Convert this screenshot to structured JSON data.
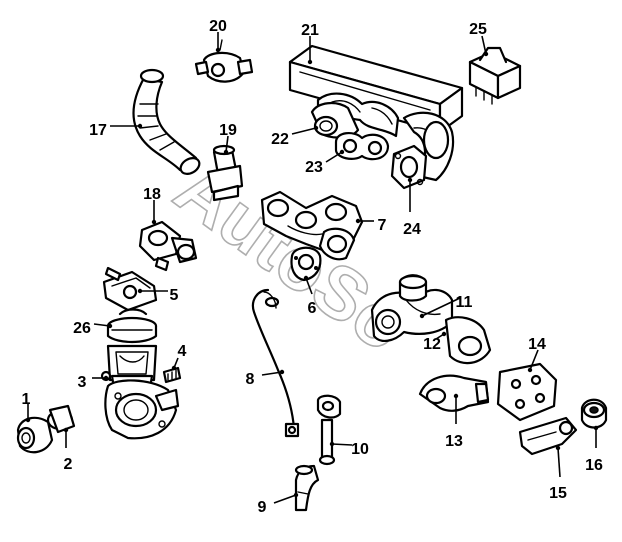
{
  "diagram": {
    "watermark": "AutoSo",
    "callouts": [
      "1",
      "2",
      "3",
      "4",
      "5",
      "6",
      "7",
      "8",
      "9",
      "10",
      "11",
      "12",
      "13",
      "14",
      "15",
      "16",
      "17",
      "18",
      "19",
      "20",
      "21",
      "22",
      "23",
      "24",
      "25",
      "26"
    ]
  }
}
